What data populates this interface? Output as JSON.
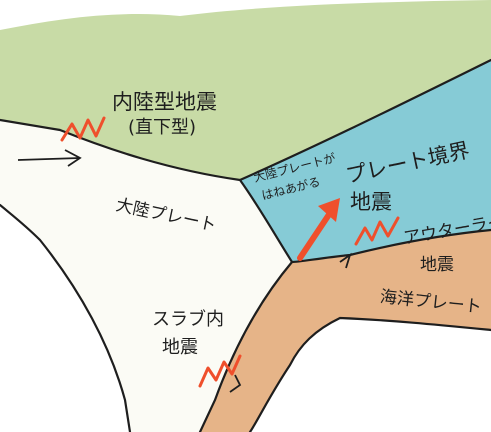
{
  "figure": {
    "labels": {
      "inland_quake": "内陸型地震",
      "inland_quake_sub": "(直下型)",
      "continental_plate": "大陸プレート",
      "rebound_line1": "大陸プレートが",
      "rebound_line2": "はねあがる",
      "boundary_line1": "プレート境界",
      "boundary_line2": "地震",
      "outer_rise_line1": "アウターライズ",
      "outer_rise_line2": "地震",
      "oceanic_plate": "海洋プレート",
      "slab_line1": "スラブ内",
      "slab_line2": "地震"
    },
    "icons": {
      "quake": "red-wavy-zigzag",
      "uplift": "red-arrow-up-right",
      "fault": "fault-tick-mark"
    },
    "colors": {
      "land": "#c8dba6",
      "sea": "#86cbd6",
      "continental_plate": "#fbfbf5",
      "oceanic_plate": "#e6b488",
      "quake": "#ef4f2c",
      "outline": "#1e1e1e"
    }
  }
}
